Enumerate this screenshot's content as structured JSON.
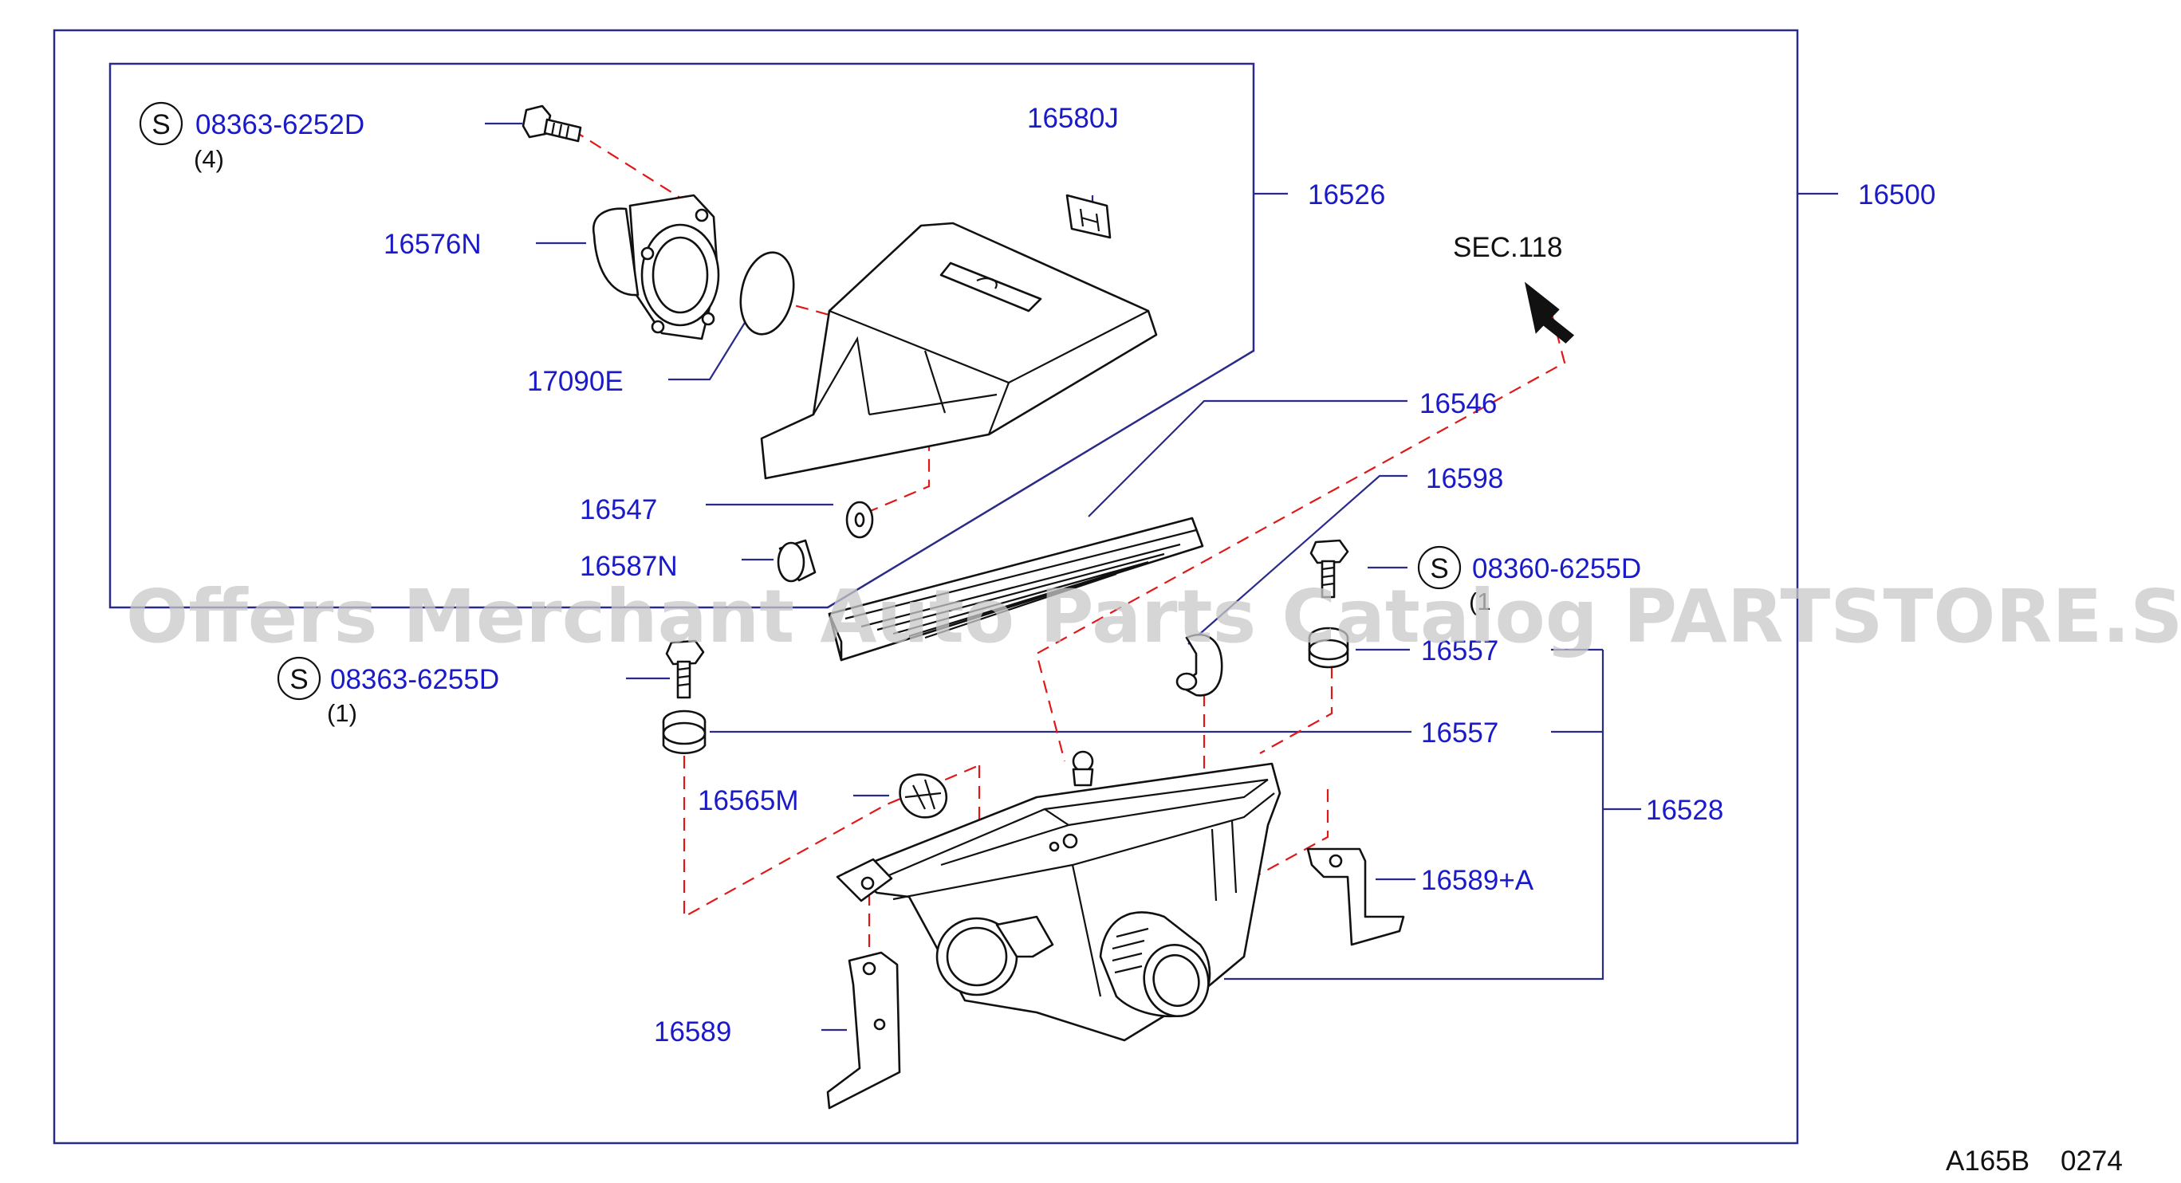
{
  "callouts": {
    "c_08363_6252D": "08363-6252D",
    "q4": "(4)",
    "c_16576N": "16576N",
    "c_17090E": "17090E",
    "c_16580J": "16580J",
    "c_16526": "16526",
    "c_16500": "16500",
    "sec118": "SEC.118",
    "c_16546": "16546",
    "c_16598": "16598",
    "c_16547": "16547",
    "c_16587N": "16587N",
    "c_08360_6255D": "08360-6255D",
    "q1_right": "(1",
    "c_16557_top": "16557",
    "c_08363_6255D": "08363-6255D",
    "q1_left": "(1)",
    "c_16557_mid": "16557",
    "c_16528": "16528",
    "c_16565M": "16565M",
    "c_16589A": "16589+A",
    "c_16589": "16589",
    "s_mark": "S"
  },
  "footer": {
    "code": "A165B",
    "number": "0274"
  },
  "watermark": "Offers Merchant Auto Parts Catalog PARTSTORE.SA"
}
